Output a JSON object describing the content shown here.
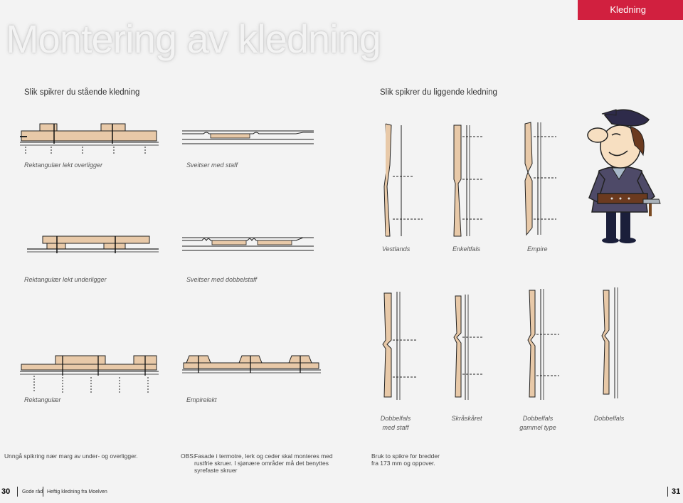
{
  "tag": "Kledning",
  "title": "Montering av kledning",
  "sections": {
    "standing": "Slik spikrer du stående kledning",
    "lying": "Slik spikrer du liggende kledning"
  },
  "standing_labels": {
    "r1_left": "Rektangulær lekt overligger",
    "r1_right": "Sveitser med staff",
    "r2_left": "Rektangulær lekt underligger",
    "r2_right": "Sveitser med dobbelstaff",
    "r3_left": "Rektangulær",
    "r3_right": "Empirelekt"
  },
  "lying_labels": {
    "top": [
      "Vestlands",
      "Enkeltfals",
      "Empire"
    ],
    "bottom": [
      [
        "Dobbelfals",
        "med staff"
      ],
      [
        "Skråskåret",
        ""
      ],
      [
        "Dobbelfals",
        "gammel type"
      ],
      [
        "Dobbelfals",
        ""
      ]
    ]
  },
  "notes": {
    "left": "Unngå spikring nær marg av under- og overligger.",
    "obs_label": "OBS:",
    "obs_text": [
      "Fasade i termotre, lerk og ceder skal monteres med",
      "rustfrie skruer. I sjønære områder må det benyttes",
      "syrefaste skruer"
    ],
    "right": [
      "Bruk to spikre for bredder",
      "fra 173 mm og oppover."
    ]
  },
  "footer": {
    "left_page": "30",
    "left_text_1": "Gode råd",
    "left_text_2": "Heftig kledning fra Moelven",
    "right_page": "31"
  },
  "colors": {
    "accent": "#d1203f",
    "wood": "#e8c9a8",
    "wood_dark": "#b98b64"
  },
  "icons": {
    "mascot": "carpenter-mascot-icon"
  }
}
